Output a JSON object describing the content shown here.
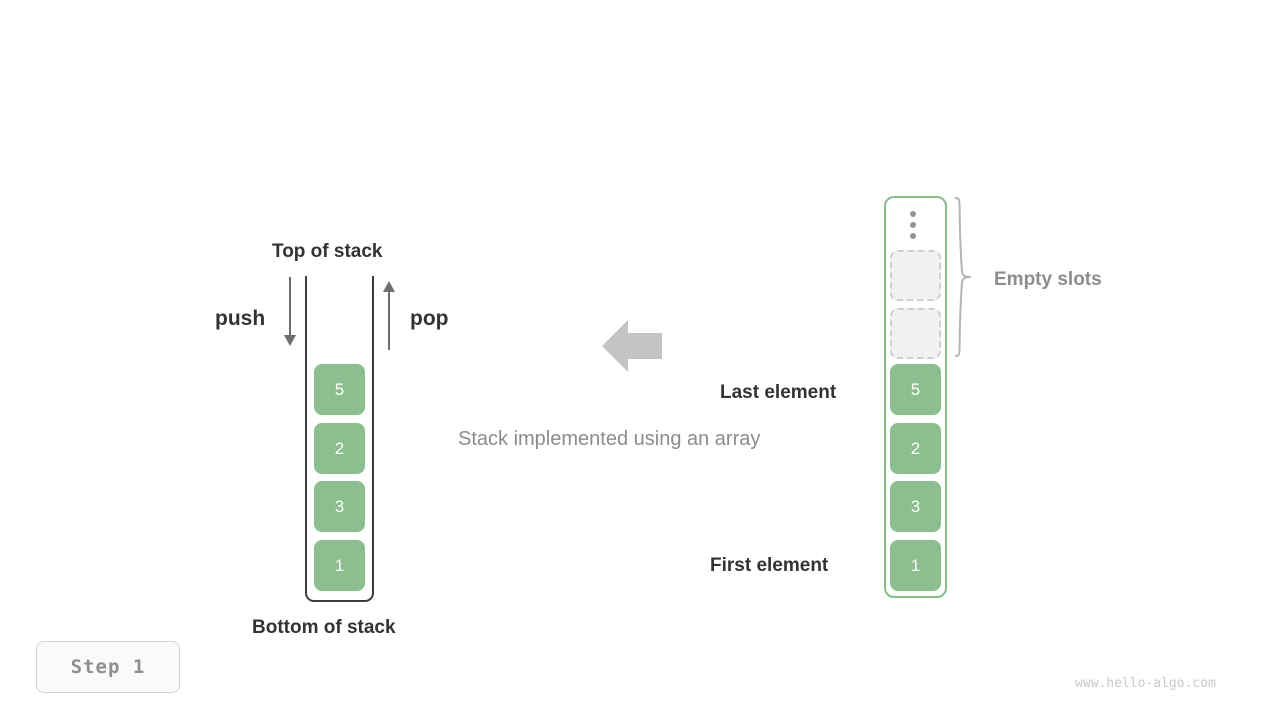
{
  "figure": {
    "caption": "Stack implemented using an array",
    "step_label": "Step 1",
    "watermark": "www.hello-algo.com",
    "colors": {
      "element_fill": "#8bbf8f",
      "element_text": "#ffffff",
      "array_border": "#84bd8a",
      "stack_border": "#3d3d3d",
      "empty_slot_fill": "#f1f1f1",
      "empty_slot_border": "#cfcfcf",
      "arrow_gray": "#6e6e6e",
      "big_arrow": "#c4c4c4",
      "label_dark": "#333333",
      "label_gray": "#8c8c8c"
    }
  },
  "stack_panel": {
    "top_label": "Top of stack",
    "bottom_label": "Bottom of stack",
    "push_label": "push",
    "pop_label": "pop",
    "push_icon": "arrow-down-icon",
    "pop_icon": "arrow-up-icon",
    "elements_top_to_bottom": [
      "5",
      "2",
      "3",
      "1"
    ]
  },
  "array_panel": {
    "overflow_icon": "vertical-dots-icon",
    "empty_slots_label": "Empty slots",
    "empty_slots_count": 2,
    "last_element_label": "Last element",
    "first_element_label": "First element",
    "elements_top_to_bottom": [
      "5",
      "2",
      "3",
      "1"
    ],
    "brace_icon": "curly-brace-icon"
  },
  "center": {
    "arrow_icon": "arrow-left-icon"
  },
  "chart_data": {
    "type": "diagram",
    "title": "Stack implemented using an array",
    "left_structure": {
      "name": "stack",
      "open_top": true,
      "values_top_to_bottom": [
        "5",
        "2",
        "3",
        "1"
      ],
      "annotations": [
        "Top of stack",
        "Bottom of stack",
        "push",
        "pop"
      ]
    },
    "right_structure": {
      "name": "array",
      "capacity": 6,
      "used": 4,
      "values_bottom_to_top": [
        "1",
        "3",
        "2",
        "5"
      ],
      "empty_slots": 2,
      "annotations": [
        "Empty slots",
        "Last element",
        "First element"
      ]
    }
  }
}
